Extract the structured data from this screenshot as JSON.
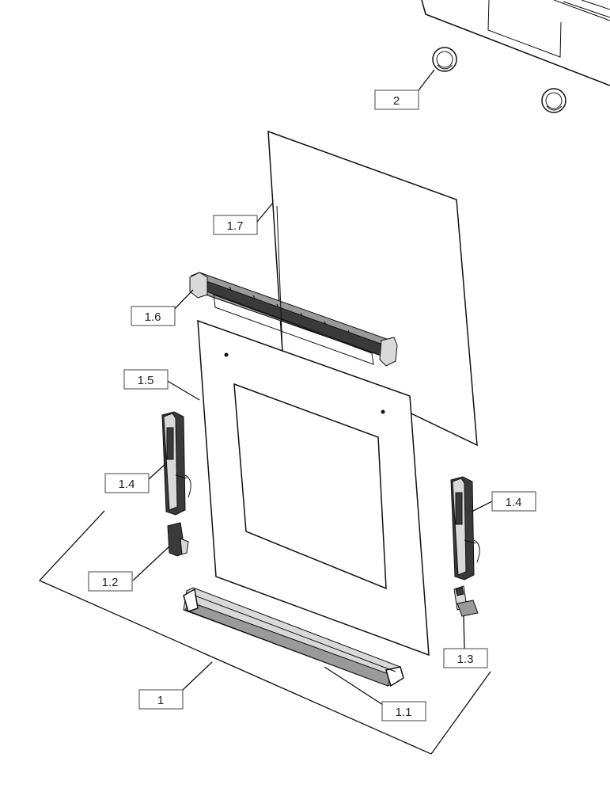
{
  "parts": {
    "p1": "1",
    "p1_1": "1.1",
    "p1_2": "1.2",
    "p1_3": "1.3",
    "p1_4_left": "1.4",
    "p1_4_right": "1.4",
    "p1_5": "1.5",
    "p1_6": "1.6",
    "p1_7": "1.7",
    "p2": "2"
  }
}
